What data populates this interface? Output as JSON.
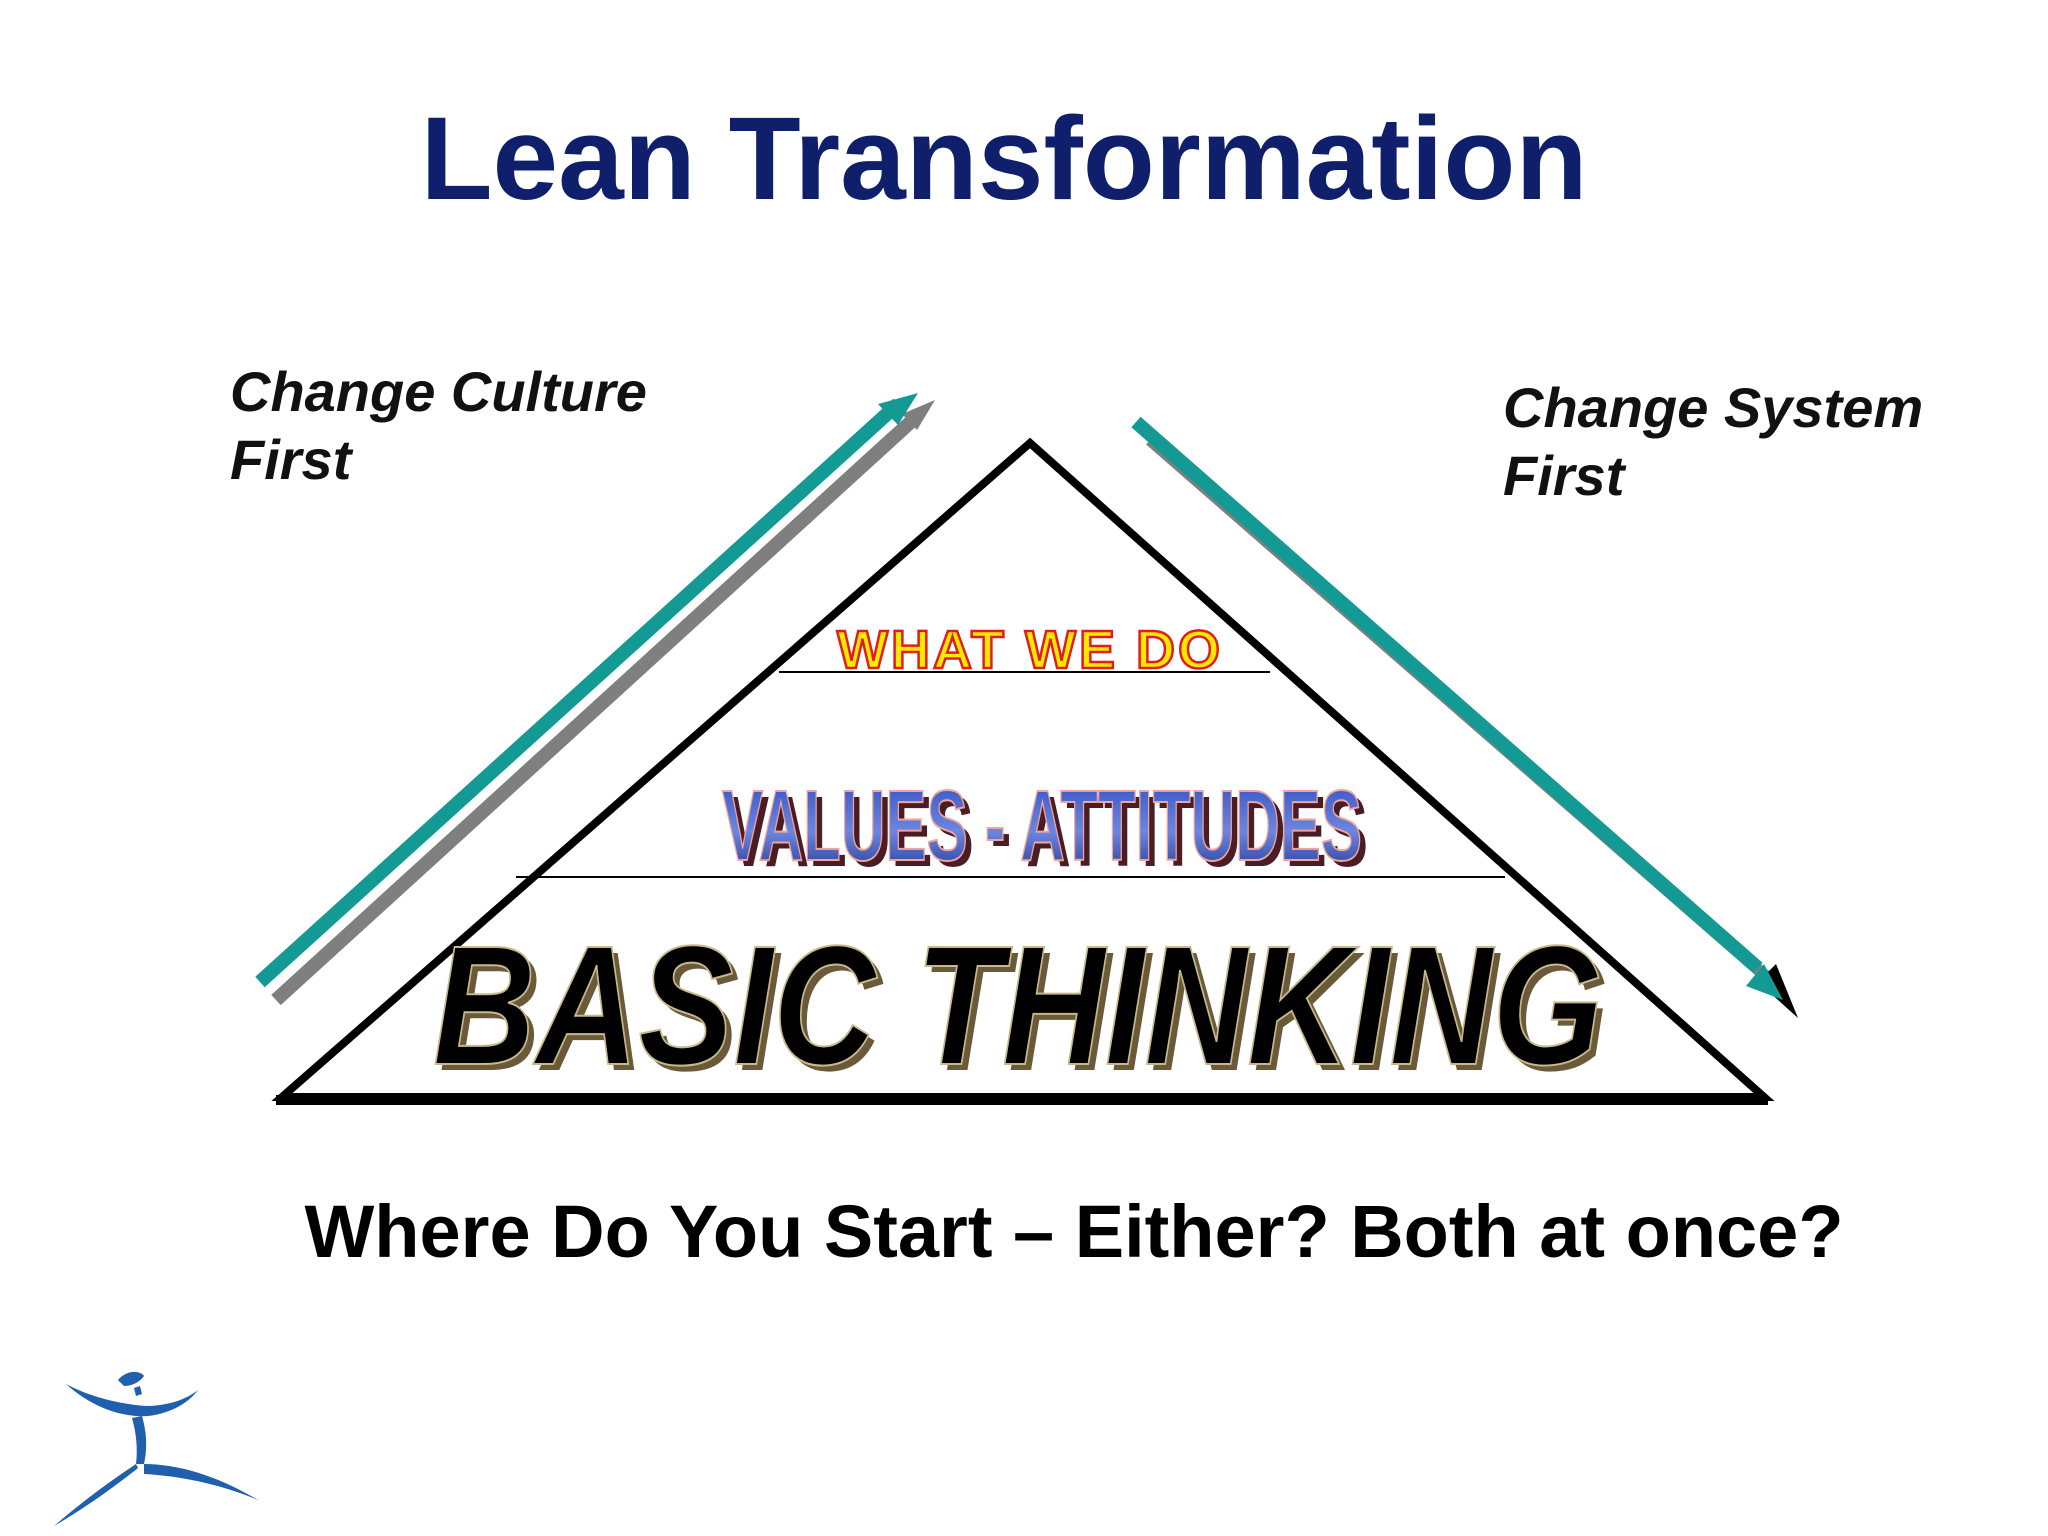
{
  "slide": {
    "title": "Lean Transformation",
    "question": "Where Do You Start – Either? Both at once?"
  },
  "left_arrow": {
    "label_line1": "Change Culture",
    "label_line2": "First"
  },
  "right_arrow": {
    "label_line1": "Change System",
    "label_line2": "First"
  },
  "pyramid": {
    "top_level": "WHAT WE DO",
    "middle_level": "VALUES - ATTITUDES",
    "base_level": "BASIC THINKING"
  },
  "colors": {
    "title": "#0f1f6b",
    "teal_arrow": "#139a95",
    "gray_arrow": "#7f7f7f",
    "top_level_fill": "#ffe800",
    "top_level_stroke": "#e01c1c",
    "middle_level_fill": "#2a4cc0",
    "base_level_fill": "#000000",
    "logo": "#1f5fae"
  },
  "icons": {
    "logo": "leaping-figure-logo"
  }
}
